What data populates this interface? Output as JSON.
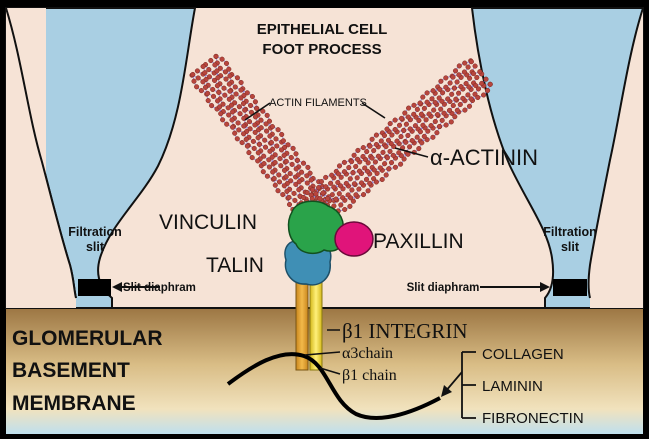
{
  "title": {
    "line1": "EPITHELIAL CELL",
    "line2": "FOOT PROCESS"
  },
  "labels": {
    "actin_filaments": "ACTIN FILAMENTS",
    "alpha_actinin": "α-ACTININ",
    "vinculin": "VINCULIN",
    "paxillin": "PAXILLIN",
    "talin": "TALIN",
    "filtration_slit_left": {
      "line1": "Filtration",
      "line2": "slit"
    },
    "filtration_slit_right": {
      "line1": "Filtration",
      "line2": "slit"
    },
    "slit_diaphragm_left": "Slit diaphram",
    "slit_diaphragm_right": "Slit diaphram",
    "beta1_integrin": "β1 INTEGRIN",
    "alpha3_chain": "α3chain",
    "beta1_chain": "β1 chain",
    "gbm": {
      "line1": "GLOMERULAR",
      "line2": "BASEMENT",
      "line3": "MEMBRANE"
    },
    "matrix": [
      "COLLAGEN",
      "LAMININ",
      "FIBRONECTIN"
    ]
  },
  "colors": {
    "cell_body": "#f6e3d6",
    "neighbor_cells": "#a9cfe3",
    "gbm_brown": "#a98450",
    "gbm_light": "#e6cf9d",
    "vinculin": "#2aa34a",
    "paxillin": "#e0147a",
    "talin": "#3f8fb5",
    "alpha3": "#e6a62e",
    "beta1": "#f2df2a",
    "actin_bead": "#b8453d",
    "actin_strand": "#8a7ad8"
  }
}
